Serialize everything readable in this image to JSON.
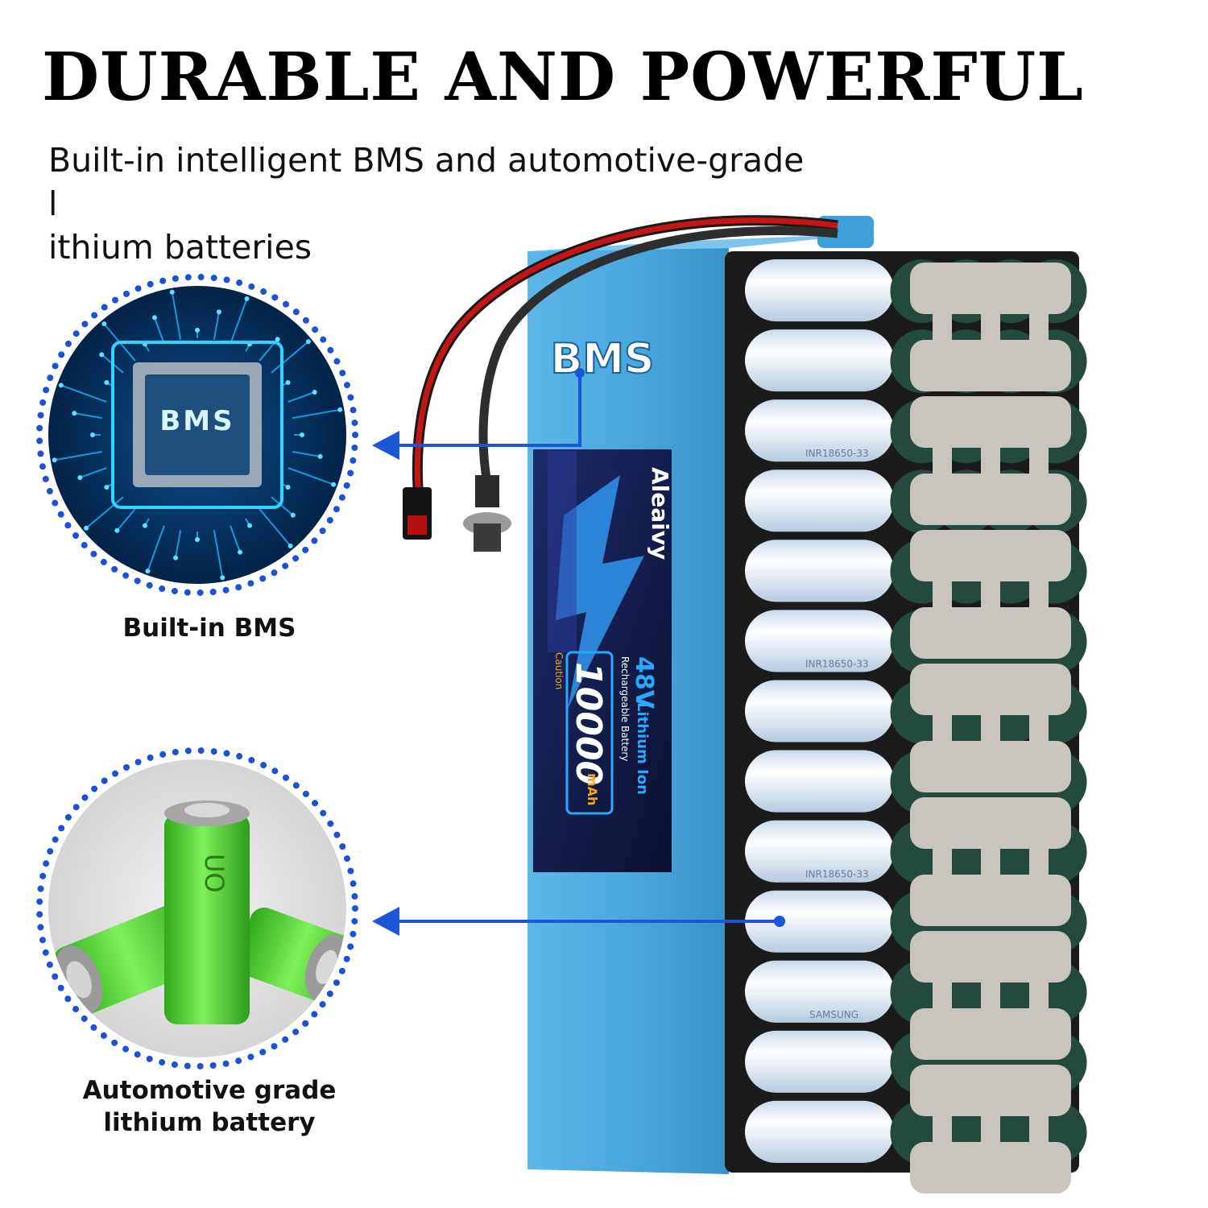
{
  "headline": "DURABLE AND POWERFUL",
  "subheadline_line1": "Built-in intelligent BMS and automotive-grade l",
  "subheadline_line2": "ithium batteries",
  "callouts": {
    "bms": {
      "label": "Built-in BMS",
      "chip_text": "BMS"
    },
    "battery": {
      "label_line1": "Automotive grade",
      "label_line2": "lithium battery",
      "cell_mark": "UO"
    }
  },
  "pack": {
    "case_text": "BMS",
    "brand": "Aleaivy",
    "voltage": "48V",
    "chemistry": "Lithium Ion",
    "rechargeable": "Rechargeable Battery",
    "capacity": "10000",
    "capacity_unit": "mAh",
    "caution": "Caution",
    "cell_code": "INR18650-33",
    "cell_brand": "SAMSUNG"
  },
  "colors": {
    "case_blue": "#4aa8dd",
    "arrow_blue": "#1a56d6",
    "dot_blue": "#1f4fd8",
    "label_navy": "#1d2a6b",
    "cell_white": "#eef4fb",
    "holder_black": "#1b1b1b",
    "nickel": "#c9c4bd",
    "green_cell": "#5bd63a"
  }
}
